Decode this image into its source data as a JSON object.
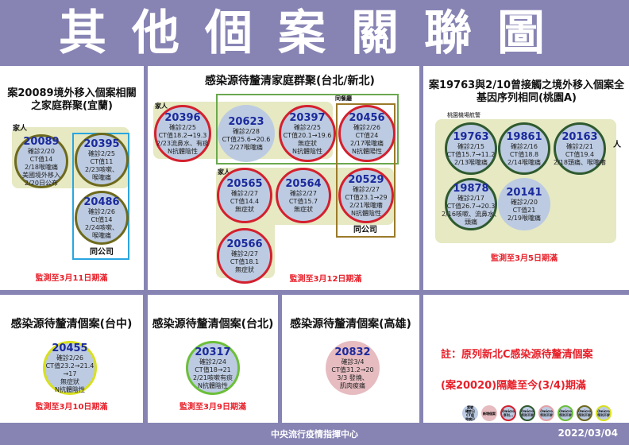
{
  "title": "其他個案關聯圖",
  "colors": {
    "background": "#8784b4",
    "circle_fill": "#bccbe2",
    "new_case_fill": "#e6bcc0",
    "monitor_text": "#e8202a",
    "case_id": "#1b2a9c",
    "group_bg": "#e6e9c2"
  },
  "panels": {
    "yilan": {
      "title": "案20089境外移入個案相關之家庭群聚(宜蘭)",
      "family_label": "家人",
      "company_label": "同公司",
      "monitor": "監測至3月11日期滿"
    },
    "taipei_cluster": {
      "title": "感染源待釐清家庭群聚(台北/新北)",
      "family_label_1": "家人",
      "family_label_2": "家人",
      "restaurant_label": "同餐廳",
      "company_label": "同公司",
      "monitor": "監測至3月12日期滿"
    },
    "taoyuan": {
      "title": "案19763與2/10曾接觸之境外移入個案全基因序列相同(桃園A)",
      "airport_label": "桃園機場航警",
      "family_label": "人",
      "monitor": "監測至3月5日期滿"
    },
    "taichung": {
      "title": "感染源待釐清個案(台中)",
      "monitor": "監測至3月10日期滿"
    },
    "taipei": {
      "title": "感染源待釐清個案(台北)",
      "monitor": "監測至3月9日期滿"
    },
    "kaohsiung": {
      "title": "感染源待釐清個案(高雄)"
    },
    "note": {
      "line1": "註：原列新北C感染源待釐清個案",
      "line2": "(案20020)隔離至今(3/4)期滿"
    }
  },
  "cases": [
    {
      "id": "20089",
      "lines": [
        "確診2/20",
        "CT值14",
        "2/18喉嚨痛",
        "美國境外移入",
        "2/20日公布"
      ],
      "border": "#6e6a1c"
    },
    {
      "id": "20395",
      "lines": [
        "確診2/25",
        "CT值11",
        "2/23咳嗽、",
        "喉嚨痛"
      ],
      "border": "#6e6a1c"
    },
    {
      "id": "20486",
      "lines": [
        "確診2/26",
        "Ct值14",
        "2/24咳嗽、",
        "喉嚨痛"
      ],
      "border": "#6e6a1c"
    },
    {
      "id": "20396",
      "lines": [
        "確診2/25",
        "CT值18.2→19.3",
        "2/23流鼻水、有痰",
        "N抗體陰性"
      ],
      "border": "#d4202e"
    },
    {
      "id": "20623",
      "lines": [
        "確診2/28",
        "CT值25.6→20.6",
        "2/27喉嚨痛"
      ],
      "border": ""
    },
    {
      "id": "20397",
      "lines": [
        "確診2/25",
        "CT值20.1→19.6",
        "無症狀",
        "N抗體陰性"
      ],
      "border": "#d4202e"
    },
    {
      "id": "20456",
      "lines": [
        "確診2/26",
        "CT值24",
        "2/17喉嚨痛",
        "N抗體陽性"
      ],
      "border": "#d4202e"
    },
    {
      "id": "20565",
      "lines": [
        "確診2/27",
        "CT值14.4",
        "無症狀"
      ],
      "border": "#d4202e"
    },
    {
      "id": "20564",
      "lines": [
        "確診2/27",
        "CT值15.7",
        "無症狀"
      ],
      "border": "#d4202e"
    },
    {
      "id": "20529",
      "lines": [
        "確診2/27",
        "CT值23.1→29",
        "2/21喉嚨癢",
        "N抗體陰性"
      ],
      "border": "#d4202e"
    },
    {
      "id": "20566",
      "lines": [
        "確診2/27",
        "CT值18.1",
        "無症狀"
      ],
      "border": "#d4202e"
    },
    {
      "id": "19763",
      "lines": [
        "確診2/15",
        "CT值15.7→11.2",
        "2/13喉嚨痛"
      ],
      "border": "#2f5a2f"
    },
    {
      "id": "19861",
      "lines": [
        "確診2/16",
        "CT值18.8",
        "2/14喉嚨痛"
      ],
      "border": "#2f5a2f"
    },
    {
      "id": "20163",
      "lines": [
        "確診2/21",
        "CT值19.4",
        "2/18頭痛、喉嚨癢"
      ],
      "border": "#2f5a2f"
    },
    {
      "id": "19878",
      "lines": [
        "確診2/17",
        "CT值26.7→20.3",
        "2/16咳嗽、流鼻水、",
        "頭痛"
      ],
      "border": "#2f5a2f"
    },
    {
      "id": "20141",
      "lines": [
        "確診2/20",
        "CT值21",
        "2/19喉嚨痛"
      ],
      "border": ""
    },
    {
      "id": "20455",
      "lines": [
        "確診2/26",
        "CT值23.2→21.4",
        "→17",
        "無症狀",
        "N抗體陰性"
      ],
      "border": "#d8e020"
    },
    {
      "id": "20317",
      "lines": [
        "確診2/24",
        "CT值18→21",
        "2/21咳嗽有痰",
        "N抗體陰性"
      ],
      "border": "#6cbf3a"
    },
    {
      "id": "20832",
      "lines": [
        "確診3/4",
        "CT值31.2→20",
        "3/3 發燒、",
        "肌肉痠痛"
      ],
      "border": "",
      "fill": "#e6bcc0"
    }
  ],
  "legend": [
    {
      "lines": [
        "案號",
        "確診日",
        "CT值",
        "發病日"
      ],
      "border": "",
      "fill": "#bccbe2"
    },
    {
      "lines": [
        "新增個案"
      ],
      "border": "",
      "fill": "#e6bcc0"
    },
    {
      "lines": [
        "Omicron",
        "序列..."
      ],
      "border": "#d4202e",
      "fill": "#bccbe2"
    },
    {
      "lines": [
        "Omicron",
        "序列不同"
      ],
      "border": "#2f5a2f",
      "fill": "#bccbe2"
    },
    {
      "lines": [
        "Omicron",
        "序列不同"
      ],
      "border": "#e6a0a6",
      "fill": "#bccbe2"
    },
    {
      "lines": [
        "Omicron",
        "序列不同"
      ],
      "border": "#6cbf3a",
      "fill": "#bccbe2"
    },
    {
      "lines": [
        "Omicron",
        "序列不同"
      ],
      "border": "#6e6a1c",
      "fill": "#bccbe2"
    },
    {
      "lines": [
        "Omicron",
        "序列不同"
      ],
      "border": "#d8e020",
      "fill": "#bccbe2"
    }
  ],
  "footer": {
    "org": "中央流行疫情指揮中心",
    "date": "2022/03/04"
  }
}
